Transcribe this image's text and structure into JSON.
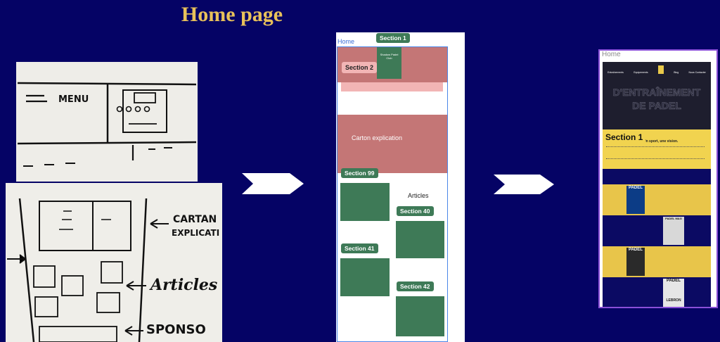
{
  "page": {
    "title": "Home page"
  },
  "sketch_top": {
    "menu_text": "MENU"
  },
  "sketch_bottom": {
    "labels": [
      "CARTAN",
      "EXPLICATI",
      "Articles",
      "SPONSO"
    ]
  },
  "wireframe": {
    "home_label": "Home",
    "section1": "Section 1",
    "section2": "Section 2",
    "carton": "Carton explication",
    "section99": "Section 99",
    "articles": "Articles",
    "section40": "Section 40",
    "section41": "Section 41",
    "section42": "Section 42",
    "logo_text": "Shadow Padel Club"
  },
  "mockup": {
    "home_label": "Home",
    "nav": [
      "Entraînements",
      "Equipements",
      "",
      "Blog",
      "Nous Contacter"
    ],
    "hero_text": "D'ENTRAÎNEMENT DE PADEL",
    "section1": "Section 1",
    "tagline": "Un sport, une vision.",
    "mag1": "PADEL",
    "mag2": "PADEL MAG",
    "mag3": "PADEL",
    "mag4": "PADEL",
    "mag4_sub": "LEBRON"
  },
  "colors": {
    "background": "#050365",
    "title": "#e8c15a",
    "wire_green": "#3e7a57",
    "wire_pink": "#c47676",
    "mock_yellow": "#f1d34f",
    "mock_navy": "#0b0a63"
  }
}
